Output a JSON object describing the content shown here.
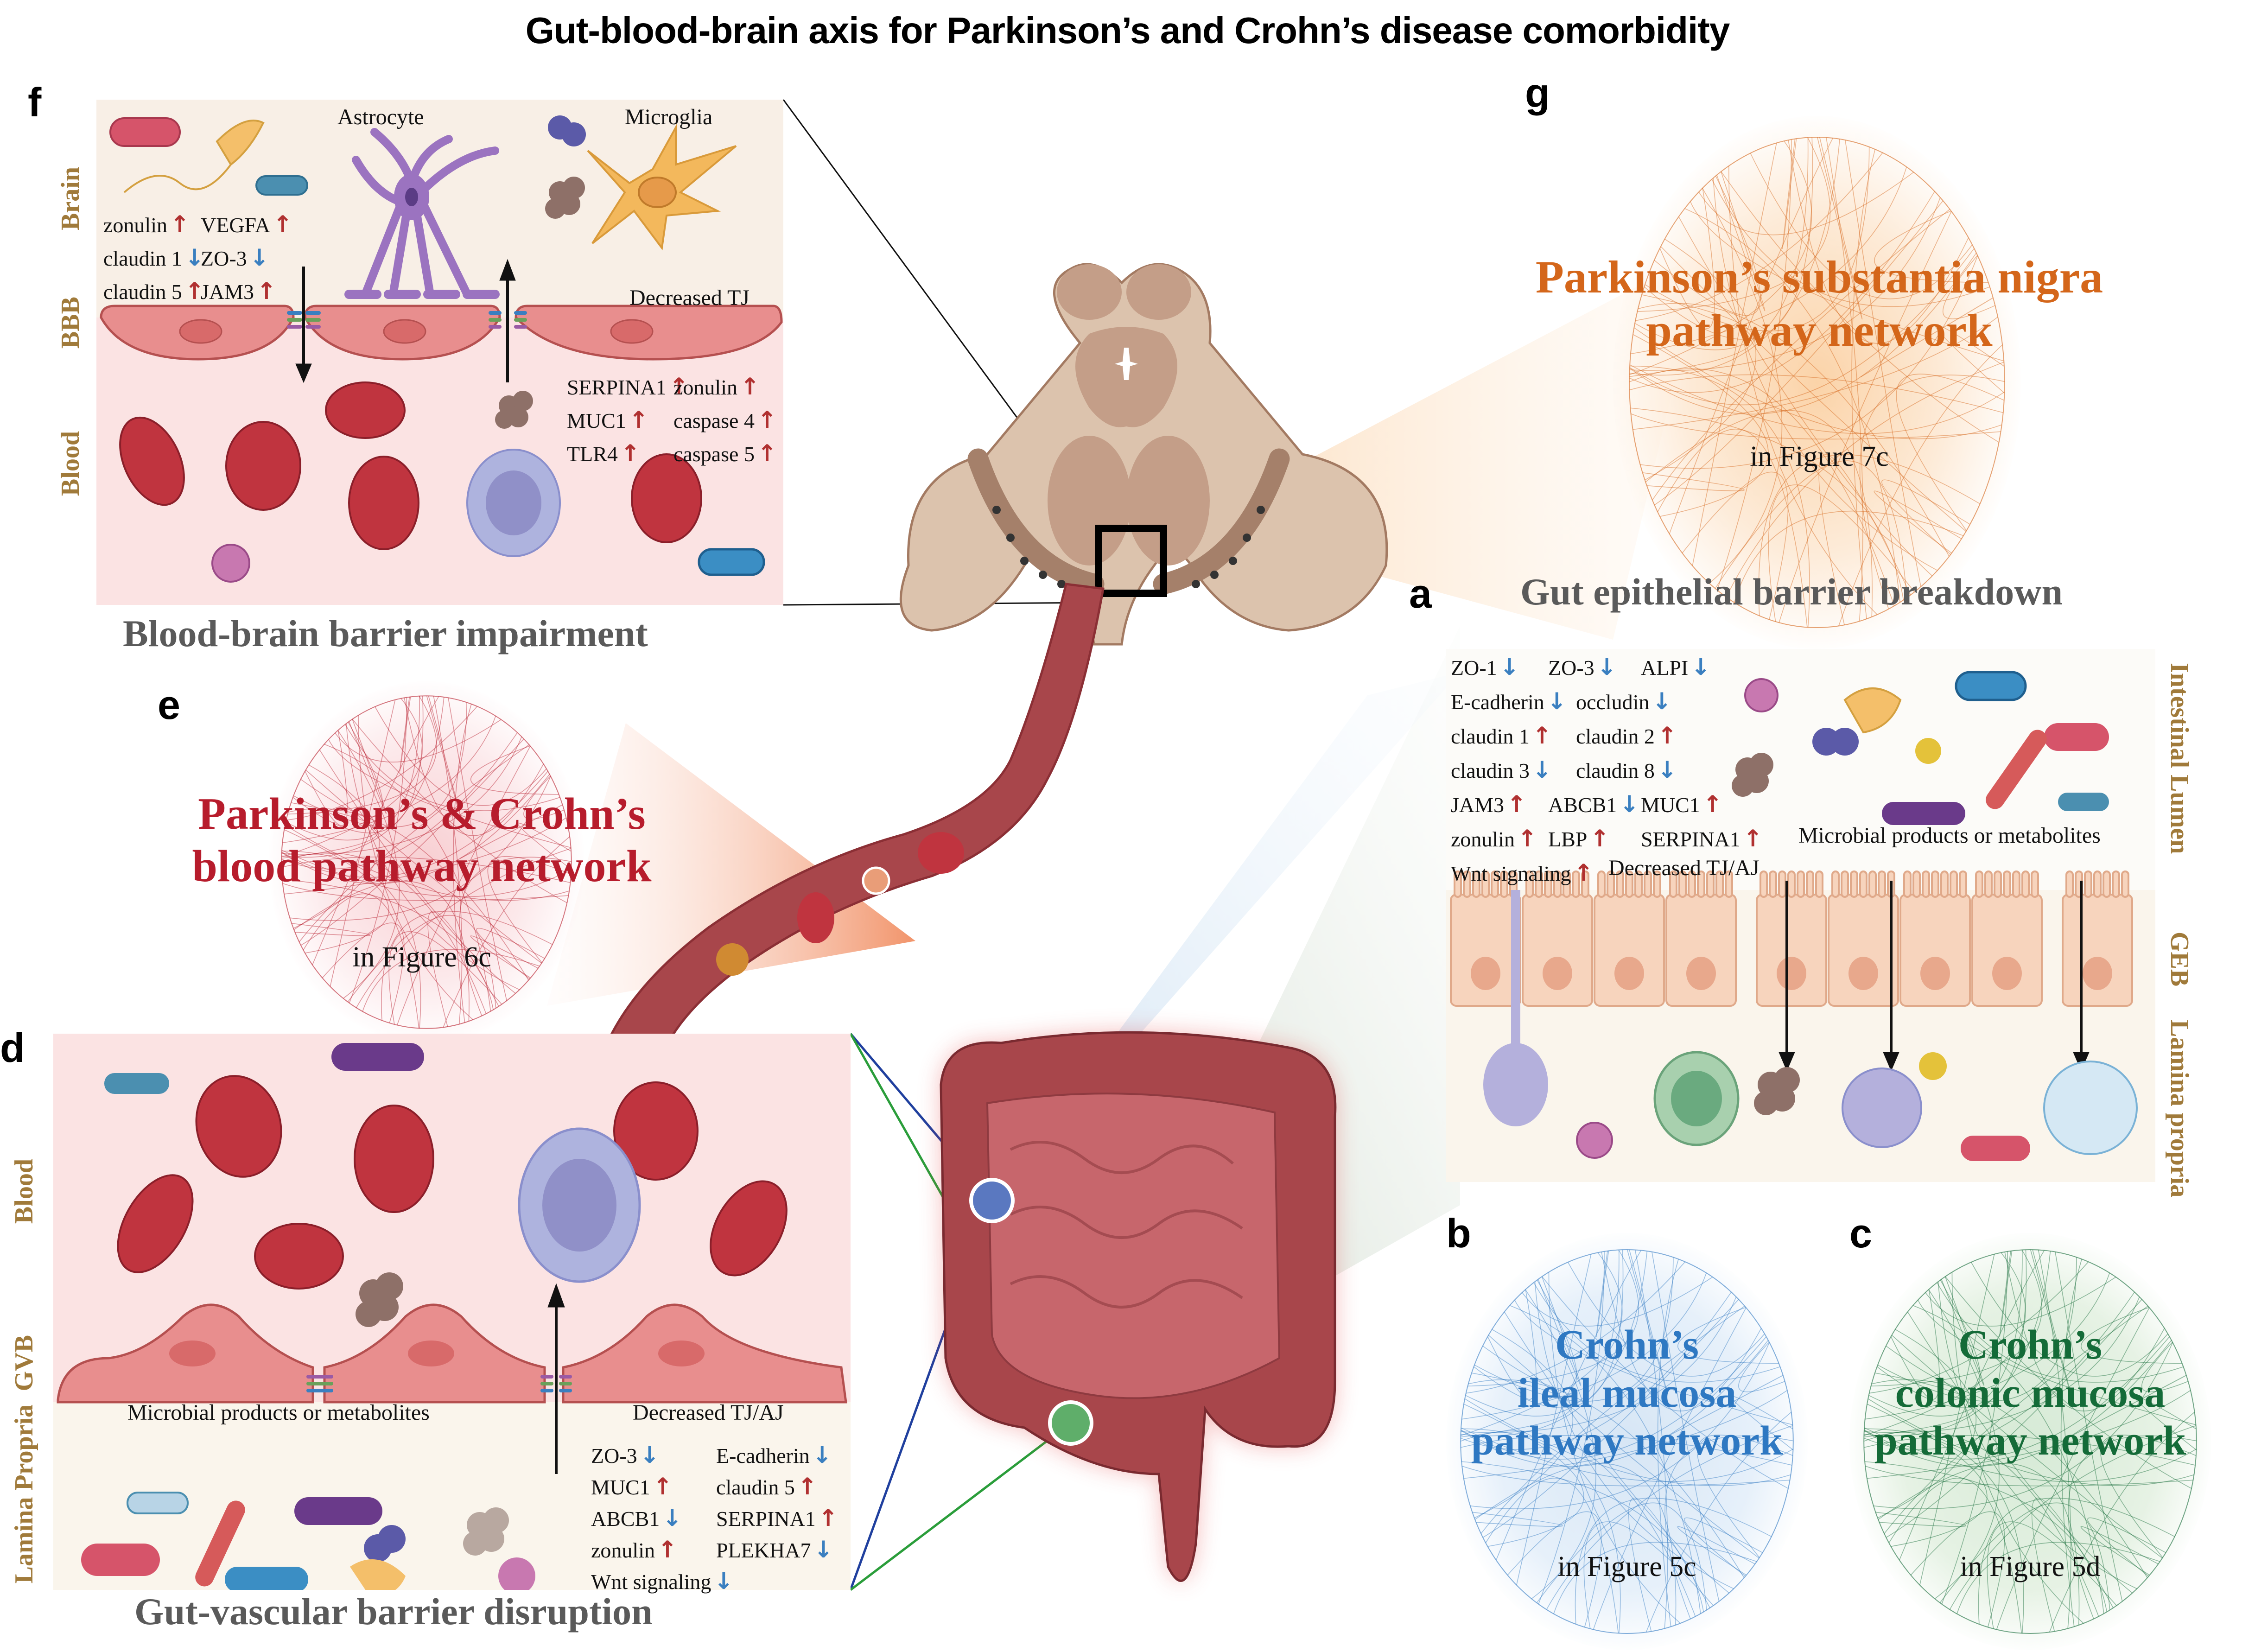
{
  "title": "Gut-blood-brain axis for Parkinson’s and Crohn’s disease comorbidity",
  "colors": {
    "up_arrow": "#b03030",
    "down_arrow": "#3a7fc0",
    "side_label": "#a07a3a",
    "panel_heading": "#5a5a5a",
    "network_g": "#d4661a",
    "network_e": "#b71c2c",
    "network_b": "#2e78c2",
    "network_c": "#146b38"
  },
  "panels": {
    "a": {
      "label": "a",
      "heading": "Gut epithelial barrier breakdown",
      "side_labels": [
        "Intestinal Lumen",
        "GEB",
        "Lamina propria"
      ],
      "markers": [
        {
          "name": "ZO-1",
          "dir": "down"
        },
        {
          "name": "ZO-3",
          "dir": "down"
        },
        {
          "name": "ALPI",
          "dir": "down"
        },
        {
          "name": "E-cadherin",
          "dir": "down"
        },
        {
          "name": "occludin",
          "dir": "down"
        },
        {
          "name": "claudin 1",
          "dir": "up"
        },
        {
          "name": "claudin 2",
          "dir": "up"
        },
        {
          "name": "claudin 3",
          "dir": "down"
        },
        {
          "name": "claudin 8",
          "dir": "down"
        },
        {
          "name": "JAM3",
          "dir": "up"
        },
        {
          "name": "ABCB1",
          "dir": "down"
        },
        {
          "name": "MUC1",
          "dir": "up"
        },
        {
          "name": "zonulin",
          "dir": "up"
        },
        {
          "name": "LBP",
          "dir": "up"
        },
        {
          "name": "SERPINA1",
          "dir": "up"
        },
        {
          "name": "Wnt signaling",
          "dir": "up"
        }
      ],
      "notes": {
        "junction": "Decreased TJ/AJ",
        "microbial": "Microbial products or metabolites"
      }
    },
    "b": {
      "label": "b",
      "title_lines": [
        "Crohn’s",
        "ileal mucosa",
        "pathway network"
      ],
      "ref": "in Figure 5c"
    },
    "c": {
      "label": "c",
      "title_lines": [
        "Crohn’s",
        "colonic mucosa",
        "pathway network"
      ],
      "ref": "in Figure 5d"
    },
    "d": {
      "label": "d",
      "heading": "Gut-vascular barrier disruption",
      "side_labels": [
        "Blood",
        "GVB",
        "Lamina Propria"
      ],
      "markers": [
        {
          "name": "ZO-3",
          "dir": "down"
        },
        {
          "name": "E-cadherin",
          "dir": "down"
        },
        {
          "name": "MUC1",
          "dir": "up"
        },
        {
          "name": "claudin 5",
          "dir": "up"
        },
        {
          "name": "ABCB1",
          "dir": "down"
        },
        {
          "name": "SERPINA1",
          "dir": "up"
        },
        {
          "name": "zonulin",
          "dir": "up"
        },
        {
          "name": "PLEKHA7",
          "dir": "down"
        },
        {
          "name": "Wnt signaling",
          "dir": "down"
        }
      ],
      "notes": {
        "junction": "Decreased TJ/AJ",
        "microbial": "Microbial products or metabolites"
      }
    },
    "e": {
      "label": "e",
      "title_lines": [
        "Parkinson’s & Crohn’s",
        "blood pathway network"
      ],
      "ref": "in Figure 6c"
    },
    "f": {
      "label": "f",
      "heading": "Blood-brain barrier impairment",
      "side_labels": [
        "Brain",
        "BBB",
        "Blood"
      ],
      "cell_labels": {
        "astrocyte": "Astrocyte",
        "microglia": "Microglia"
      },
      "brain_markers": [
        {
          "name": "zonulin",
          "dir": "up"
        },
        {
          "name": "VEGFA",
          "dir": "up"
        },
        {
          "name": "claudin 1",
          "dir": "down"
        },
        {
          "name": "ZO-3",
          "dir": "down"
        },
        {
          "name": "claudin 5",
          "dir": "up"
        },
        {
          "name": "JAM3",
          "dir": "up"
        }
      ],
      "blood_markers": [
        {
          "name": "SERPINA1",
          "dir": "up"
        },
        {
          "name": "zonulin",
          "dir": "up"
        },
        {
          "name": "MUC1",
          "dir": "up"
        },
        {
          "name": "caspase 4",
          "dir": "up"
        },
        {
          "name": "TLR4",
          "dir": "up"
        },
        {
          "name": "caspase 5",
          "dir": "up"
        }
      ],
      "notes": {
        "junction": "Decreased TJ"
      }
    },
    "g": {
      "label": "g",
      "title_lines": [
        "Parkinson’s substantia nigra",
        "pathway network"
      ],
      "ref": "in Figure 7c"
    }
  },
  "icons": {
    "arrow_up": "↑",
    "arrow_down": "↓"
  }
}
